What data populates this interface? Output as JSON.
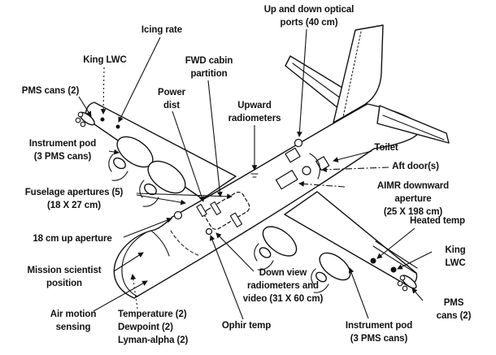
{
  "colors": {
    "ink": "#111111",
    "paper": "#ffffff"
  },
  "labels": {
    "icing_rate": "Icing rate",
    "optical_ports": "Up and down optical\nports (40 cm)",
    "king_lwc_left": "King LWC",
    "pms_cans_left": "PMS cans (2)",
    "fwd_cabin_partition": "FWD cabin\npartition",
    "power_dist": "Power\ndist",
    "upward_radiometers": "Upward\nradiometers",
    "instrument_pod_left": "Instrument pod\n(3 PMS cans)",
    "fuselage_apertures": "Fuselage apertures (5)\n(18 X 27 cm)",
    "up_aperture_18cm": "18 cm up aperture",
    "mission_scientist": "Mission scientist\nposition",
    "air_motion": "Air motion\nsensing",
    "temp_dewpoint_lyman": "Temperature (2)\nDewpoint (2)\nLyman-alpha (2)",
    "ophir_temp": "Ophir temp",
    "down_view": "Down view\nradiometers and\nvideo (31 X 60 cm)",
    "instrument_pod_right": "Instrument pod\n(3 PMS cans)",
    "pms_cans_right": "PMS cans (2)",
    "king_lwc_right": "King LWC",
    "heated_temp": "Heated temp",
    "aimr_aperture": "AIMR downward aperture\n(25 X 198 cm)",
    "aft_doors": "Aft door(s)",
    "toilet": "Toilet"
  }
}
